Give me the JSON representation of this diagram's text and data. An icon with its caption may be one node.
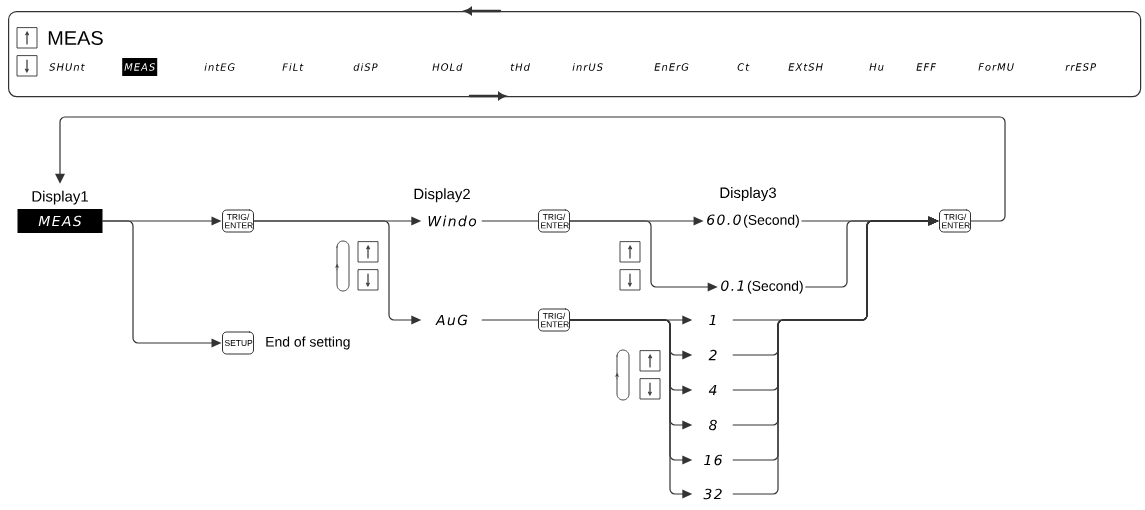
{
  "diagram": {
    "nodes": [
      {
        "text": [
          "MEAS"
        ]
      },
      {
        "text": [
          "MEAS"
        ],
        "beside": [
          "Display1"
        ]
      },
      {
        "text": [
          "TRIG/ ENTER"
        ]
      },
      {
        "text": [
          "SETUP"
        ],
        "beside": [
          "End of setting"
        ]
      },
      {
        "text": [
          "Windo"
        ],
        "beside": [
          "Display2"
        ]
      },
      {
        "text": [
          "AuG"
        ]
      },
      {
        "text": [
          "TRIG/ ENTER"
        ]
      },
      {
        "text": [
          "TRIG/ ENTER"
        ]
      },
      {
        "text": [
          "60.0",
          "(Second)"
        ],
        "beside": [
          "Display3"
        ]
      },
      {
        "text": [
          "0.1",
          "(Second)"
        ]
      },
      {
        "text": [
          "1"
        ]
      },
      {
        "text": [
          "2"
        ]
      },
      {
        "text": [
          "4"
        ]
      },
      {
        "text": [
          "8"
        ]
      },
      {
        "text": [
          "16"
        ]
      },
      {
        "text": [
          "32"
        ]
      },
      {
        "text": [
          "TRIG/ ENTER"
        ]
      }
    ],
    "edges": [
      {
        "from": 1,
        "to": 2,
        "arrow": "to"
      },
      {
        "from": 1,
        "to": 3,
        "arrow": "to"
      },
      {
        "from": 2,
        "to": 4,
        "arrow": "to"
      },
      {
        "from": 2,
        "to": 5,
        "arrow": "to"
      },
      {
        "from": 4,
        "to": 6,
        "arrow": "none"
      },
      {
        "from": 5,
        "to": 7,
        "arrow": "none"
      },
      {
        "from": 6,
        "to": 8,
        "arrow": "to"
      },
      {
        "from": 6,
        "to": 9,
        "arrow": "to"
      },
      {
        "from": 7,
        "to": 10,
        "arrow": "to"
      },
      {
        "from": 7,
        "to": 11,
        "arrow": "to"
      },
      {
        "from": 7,
        "to": 12,
        "arrow": "to"
      },
      {
        "from": 7,
        "to": 13,
        "arrow": "to"
      },
      {
        "from": 7,
        "to": 14,
        "arrow": "to"
      },
      {
        "from": 7,
        "to": 15,
        "arrow": "to"
      },
      {
        "from": 8,
        "to": 16,
        "arrow": "to"
      },
      {
        "from": 9,
        "to": 16,
        "arrow": "to"
      },
      {
        "from": 10,
        "to": 16,
        "arrow": "to"
      },
      {
        "from": 11,
        "to": 16,
        "arrow": "to"
      },
      {
        "from": 12,
        "to": 16,
        "arrow": "to"
      },
      {
        "from": 13,
        "to": 16,
        "arrow": "to"
      },
      {
        "from": 14,
        "to": 16,
        "arrow": "to"
      },
      {
        "from": 15,
        "to": 16,
        "arrow": "to"
      },
      {
        "from": 16,
        "to": 1,
        "arrow": "to"
      }
    ],
    "labels": [
      "SHUnt",
      "MEAS",
      "intEG",
      "FiLt",
      "diSP",
      "HOLd",
      "tHd",
      "inrUS",
      "EnErG",
      "Ct",
      "EXtSH",
      "Hu",
      "EFF",
      "ForMU",
      "rrESP"
    ]
  }
}
